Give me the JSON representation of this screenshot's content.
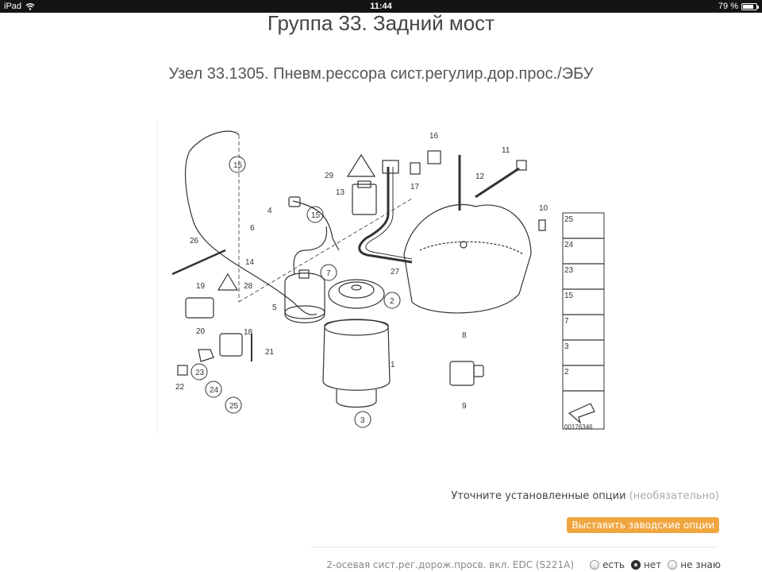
{
  "statusbar": {
    "device": "iPad",
    "time": "11:44",
    "battery": "79 %",
    "battery_level": 79
  },
  "page": {
    "title": "Группа 33. Задний мост",
    "subtitle": "Узел 33.1305. Пневм.рессора сист.регулир.дор.прос./ЭБУ"
  },
  "diagram": {
    "image_code": "00176346",
    "callouts": [
      "1",
      "2",
      "3",
      "4",
      "5",
      "6",
      "7",
      "8",
      "9",
      "10",
      "11",
      "12",
      "13",
      "14",
      "15",
      "16",
      "17",
      "18",
      "19",
      "20",
      "21",
      "22",
      "23",
      "24",
      "25",
      "26",
      "27",
      "28",
      "29"
    ],
    "legend": [
      "25",
      "24",
      "23",
      "15",
      "7",
      "3",
      "2"
    ]
  },
  "options": {
    "label": "Уточните установленные опции",
    "optional": "(необязательно)",
    "factory_button": "Выставить заводские опции",
    "row": {
      "name": "2-осевая сист.рег.дорож.просв. вкл. EDC (S221A)",
      "choices": [
        {
          "label": "есть",
          "checked": false
        },
        {
          "label": "нет",
          "checked": true
        },
        {
          "label": "не знаю",
          "checked": false
        }
      ]
    }
  },
  "colors": {
    "accent": "#f0a640",
    "statusbar": "#141414"
  }
}
